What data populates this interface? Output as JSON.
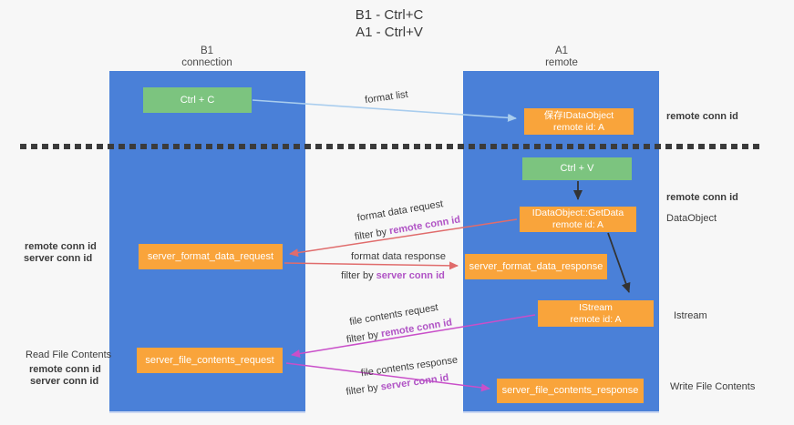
{
  "title": {
    "line1": "B1 - Ctrl+C",
    "line2": "A1 - Ctrl+V"
  },
  "columns": {
    "left": {
      "name": "B1",
      "role": "connection"
    },
    "right": {
      "name": "A1",
      "role": "remote"
    }
  },
  "boxes": {
    "ctrl_c": "Ctrl + C",
    "ctrl_v": "Ctrl + V",
    "save_idataobject": {
      "line1": "保存IDataObject",
      "line2": "remote id: A"
    },
    "getdata": {
      "line1": "IDataObject::GetData",
      "line2": "remote id: A"
    },
    "istream": {
      "line1": "IStream",
      "line2": "remote id: A"
    },
    "format_request": "server_format_data_request",
    "format_response": "server_format_data_response",
    "file_request": "server_file_contents_request",
    "file_response": "server_file_contents_response"
  },
  "flow_labels": {
    "format_list": "format list",
    "format_data_request": "format data request",
    "format_data_response": "format data response",
    "file_contents_request": "file contents request",
    "file_contents_response": "file contents response",
    "filter_by": "filter by ",
    "remote_conn_id": "remote conn id",
    "server_conn_id": "server conn id"
  },
  "side_labels": {
    "remote_conn_id": "remote conn id",
    "server_conn_id": "server conn id",
    "dataobject": "DataObject",
    "istream": "Istream",
    "read_file_contents": "Read File Contents",
    "write_file_contents": "Write File Contents"
  },
  "colors": {
    "column_blue": "#4a80d8",
    "box_orange": "#f9a43b",
    "box_green": "#7cc47f",
    "text_purple": "#b053c5",
    "text_green": "#5dba63",
    "arrow_red": "#e06c6c",
    "arrow_magenta": "#c94fc9",
    "arrow_lightblue": "#a9cdee",
    "arrow_black": "#333333",
    "background": "#f7f7f7"
  }
}
